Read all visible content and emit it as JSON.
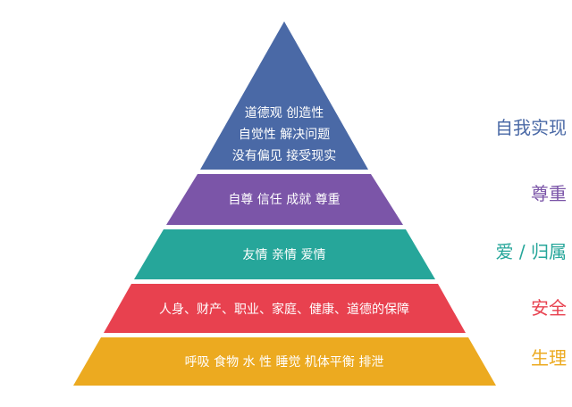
{
  "pyramid": {
    "levels": [
      {
        "key": "self_actualization",
        "label": "自我实现",
        "items_lines": [
          "道德观 创造性",
          "自觉性 解决问题",
          "没有偏见 接受现实"
        ],
        "color": "#4a69a6",
        "label_color": "#4a69a6"
      },
      {
        "key": "esteem",
        "label": "尊重",
        "items_lines": [
          "自尊 信任 成就 尊重"
        ],
        "color": "#7b55a8",
        "label_color": "#7b55a8"
      },
      {
        "key": "love_belonging",
        "label": "爱 / 归属",
        "items_lines": [
          "友情  亲情  爱情"
        ],
        "color": "#26a69a",
        "label_color": "#26a69a"
      },
      {
        "key": "safety",
        "label": "安全",
        "items_lines": [
          "人身、财产、职业、家庭、健康、道德的保障"
        ],
        "color": "#e8414f",
        "label_color": "#e8414f"
      },
      {
        "key": "physiological",
        "label": "生理",
        "items_lines": [
          "呼吸  食物  水  性  睡觉  机体平衡   排泄"
        ],
        "color": "#ecaa20",
        "label_color": "#ecaa20"
      }
    ]
  }
}
